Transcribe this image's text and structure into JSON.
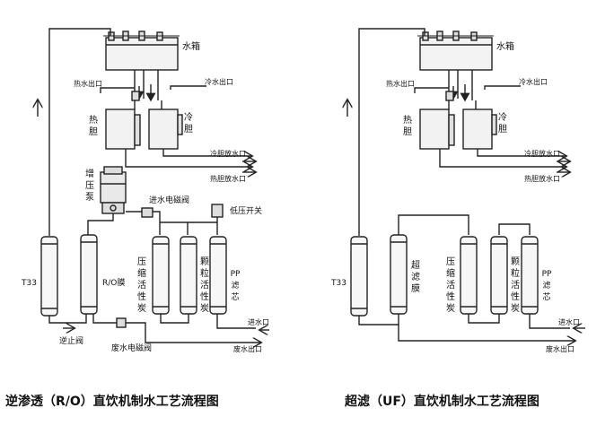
{
  "ro": {
    "caption": "逆渗透（R/O）直饮机制水工艺流程图",
    "water_tank": "水箱",
    "hot_outlet": "热水出口",
    "cold_outlet": "冷水出口",
    "hot_tank": "热胆",
    "cold_tank": "冷胆",
    "cold_drain": "冷胆放水口",
    "hot_drain": "热胆放水口",
    "booster_pump": "增压泵",
    "inlet_valve": "进水电磁阀",
    "low_pressure_switch": "低压开关",
    "t33": "T33",
    "ro_membrane": "R/O膜",
    "compressed_carbon": "压缩活性炭",
    "granular_carbon": "颗粒活性炭",
    "pp_filter": "PP滤芯",
    "inlet": "进水口",
    "waste_outlet": "废水出口",
    "check_valve": "逆止阀",
    "waste_valve": "废水电磁阀"
  },
  "uf": {
    "caption": "超滤（UF）直饮机制水工艺流程图",
    "water_tank": "水箱",
    "hot_outlet": "热水出口",
    "cold_outlet": "冷水出口",
    "hot_tank": "热胆",
    "cold_tank": "冷胆",
    "cold_drain": "冷胆放水口",
    "hot_drain": "热胆放水口",
    "t33": "T33",
    "uf_membrane": "超滤膜",
    "compressed_carbon": "压缩活性炭",
    "granular_carbon": "颗粒活性炭",
    "pp_filter": "PP滤芯",
    "inlet": "进水口",
    "waste_outlet": "废水出口"
  }
}
